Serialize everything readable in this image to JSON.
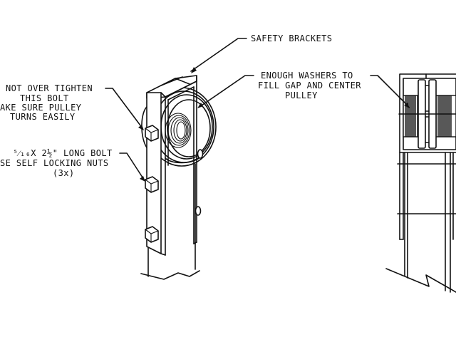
{
  "diagram": {
    "colors": {
      "ink": "#111111",
      "paper": "#ffffff"
    },
    "callouts": {
      "safety_brackets": "SAFETY BRACKETS",
      "washers": [
        "ENOUGH WASHERS TO",
        "FILL GAP AND CENTER",
        "PULLEY"
      ],
      "tighten": [
        "NOT OVER TIGHTEN",
        "THIS BOLT",
        "AKE SURE PULLEY",
        "TURNS EASILY"
      ],
      "bolt": [
        "⁵⁄₁₆X 2½\" LONG BOLT",
        "SE SELF LOCKING NUTS",
        "(3x)"
      ]
    },
    "views": [
      {
        "name": "isometric-view",
        "parts": [
          "safety-bracket",
          "pulley",
          "hex-bolts",
          "post"
        ]
      },
      {
        "name": "front-view",
        "parts": [
          "bracket",
          "pulley-sheave",
          "washers",
          "post"
        ]
      }
    ]
  }
}
